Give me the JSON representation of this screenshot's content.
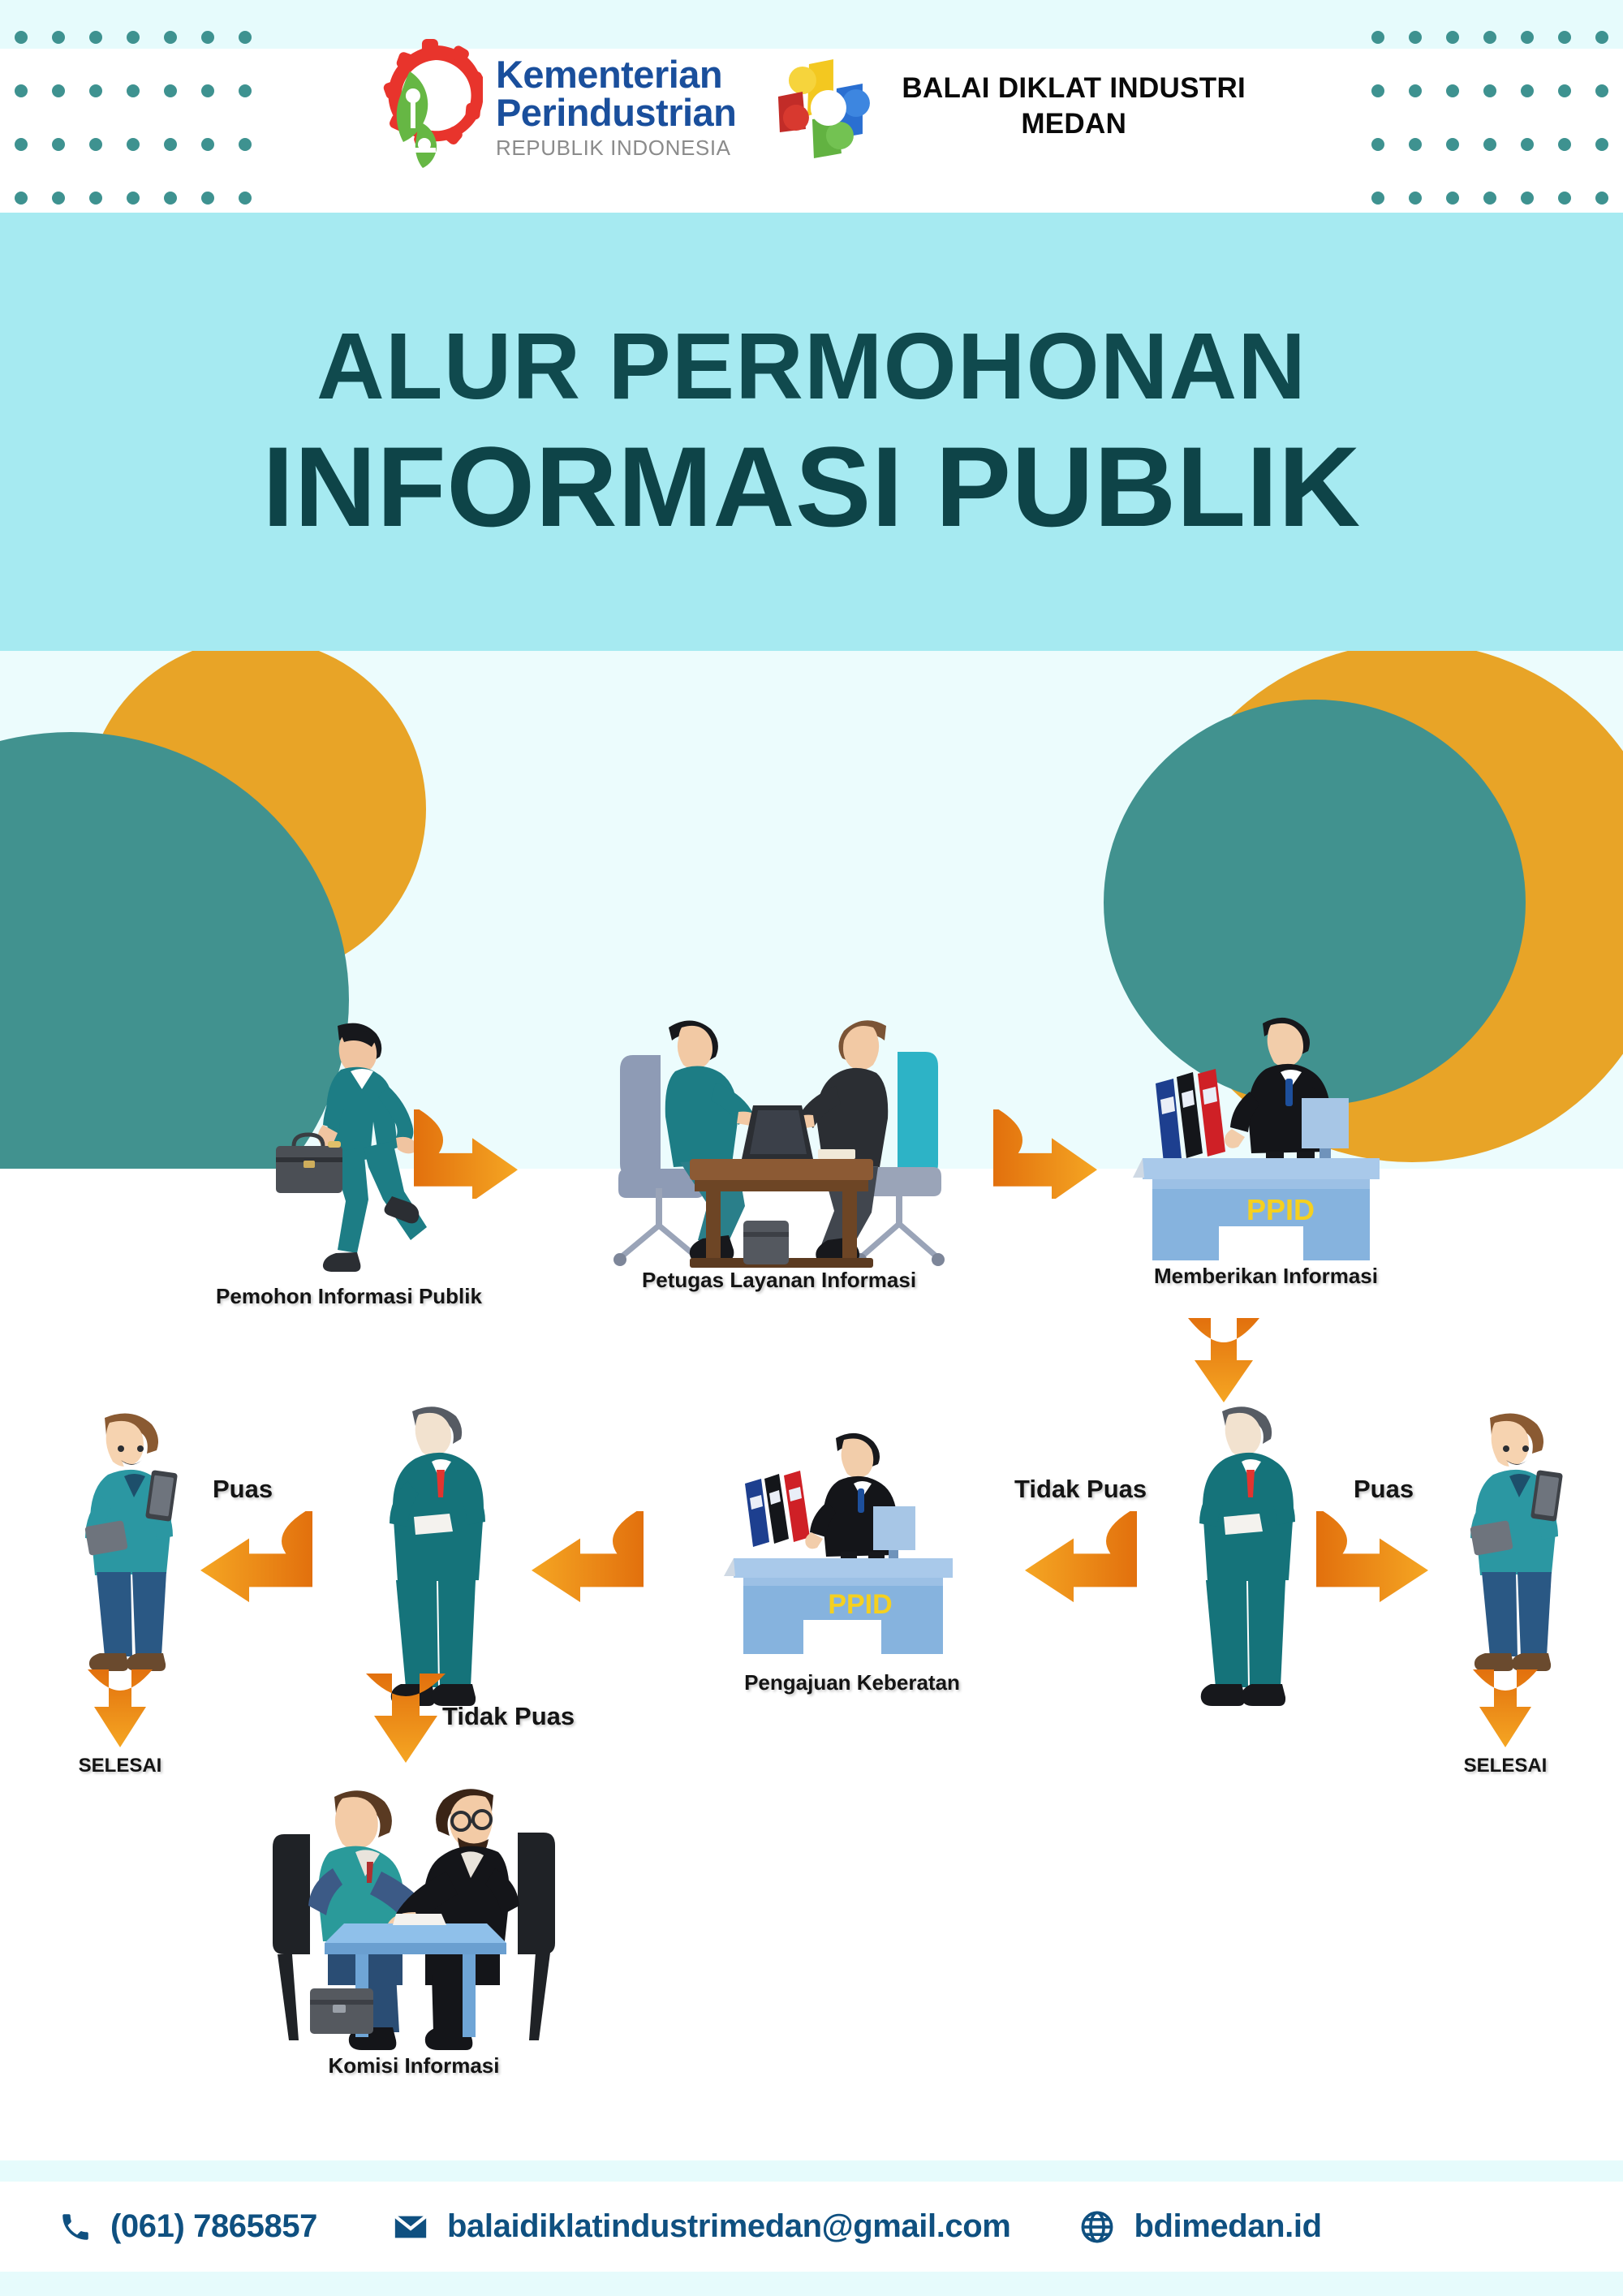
{
  "header": {
    "ministry_logo": {
      "icon": "kemenperin-logo-icon",
      "line1": "Kementerian",
      "line2": "Perindustrian",
      "line3": "REPUBLIK INDONESIA"
    },
    "institution_logo": {
      "icon": "balai-diklat-industri-logo-icon",
      "line1": "BALAI DIKLAT INDUSTRI",
      "line2": "MEDAN"
    }
  },
  "title": {
    "line1": "ALUR PERMOHONAN",
    "line2": "INFORMASI PUBLIK"
  },
  "flow": {
    "nodes": {
      "pemohon": "Pemohon Informasi Publik",
      "petugas": "Petugas Layanan Informasi",
      "memberikan": "Memberikan Informasi",
      "pengajuan": "Pengajuan Keberatan",
      "komisi": "Komisi Informasi",
      "selesai_kanan": "SELESAI",
      "selesai_kiri": "SELESAI",
      "desk_badge": "PPID"
    },
    "arrow_labels": {
      "puas_kanan": "Puas",
      "tidak_puas_kanan": "Tidak Puas",
      "puas_kiri": "Puas",
      "tidak_puas_bawah": "Tidak Puas"
    }
  },
  "footer": {
    "phone": {
      "icon": "phone-icon",
      "value": "(061) 7865857"
    },
    "email": {
      "icon": "mail-icon",
      "value": "balaidiklatindustrimedan@gmail.com"
    },
    "website": {
      "icon": "globe-icon",
      "value": "bdimedan.id"
    }
  },
  "colors": {
    "title_band": "#a6eaf1",
    "title_text": "#0e4448",
    "teal_blob": "#41928f",
    "orange_blob": "#e8a427",
    "arrow_orange": "#ef8b17",
    "footer_text": "#0f5080",
    "dot_teal": "#3e9290",
    "ppid_badge": "#f5d020",
    "desk_blue": "#86b3de",
    "suit_teal": "#15737a"
  }
}
